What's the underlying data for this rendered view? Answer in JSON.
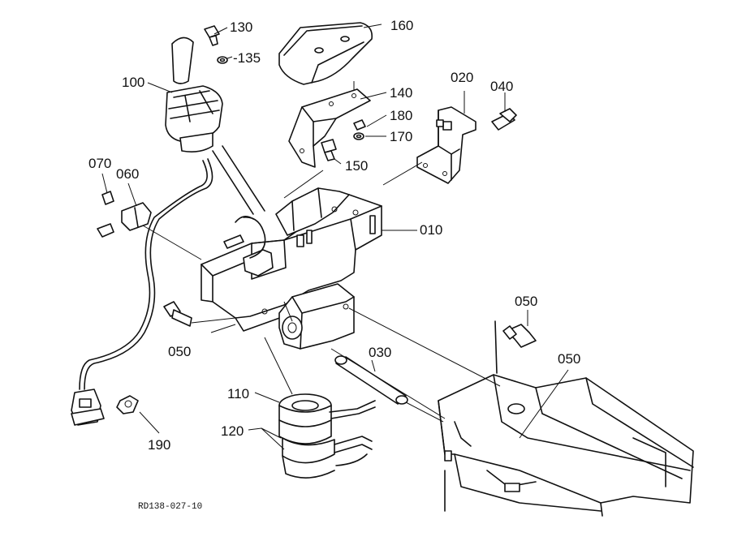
{
  "drawing_code": "RD138-027-10",
  "callouts": {
    "c130": "130",
    "c135": "-135",
    "c160": "160",
    "c100": "100",
    "c140": "140",
    "c020": "020",
    "c040": "040",
    "c180": "180",
    "c170": "170",
    "c150": "150",
    "c070": "070",
    "c060": "060",
    "c010": "010",
    "c050a": "050",
    "c050b": "050",
    "c050c": "050",
    "c030": "030",
    "c110": "110",
    "c120": "120",
    "c190": "190"
  }
}
